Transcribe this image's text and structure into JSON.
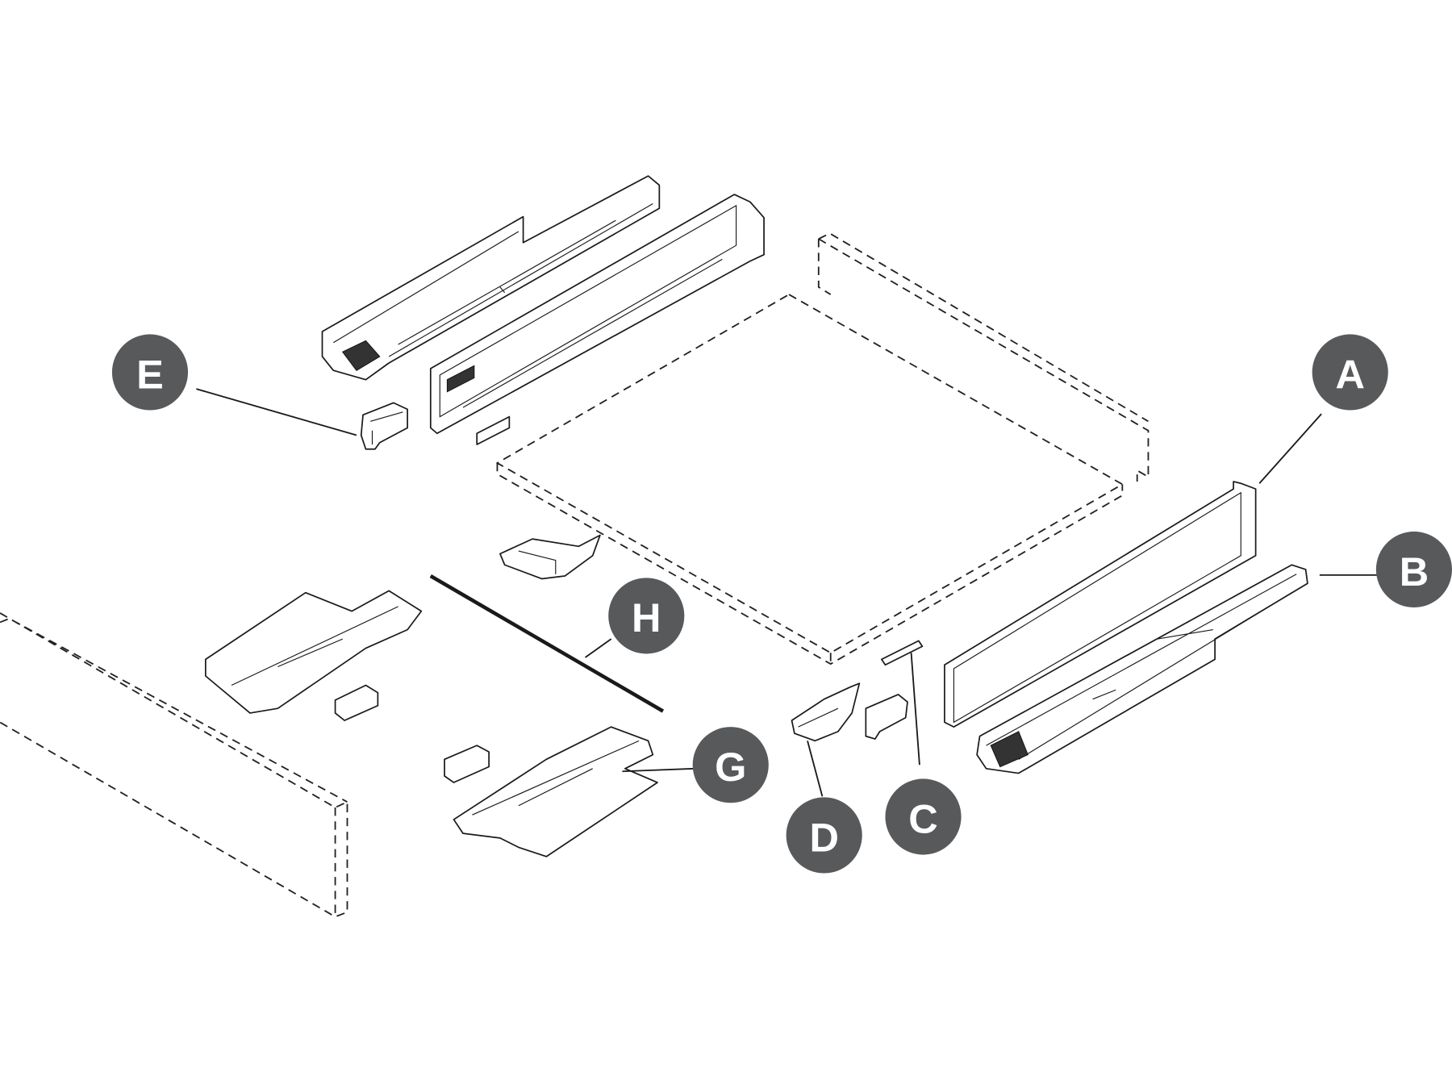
{
  "diagram": {
    "type": "exploded-assembly",
    "badge_color": "#58595b",
    "labels": [
      {
        "id": "E",
        "text": "E"
      },
      {
        "id": "A",
        "text": "A"
      },
      {
        "id": "B",
        "text": "B"
      },
      {
        "id": "H",
        "text": "H"
      },
      {
        "id": "G",
        "text": "G"
      },
      {
        "id": "C",
        "text": "C"
      },
      {
        "id": "D",
        "text": "D"
      }
    ]
  }
}
